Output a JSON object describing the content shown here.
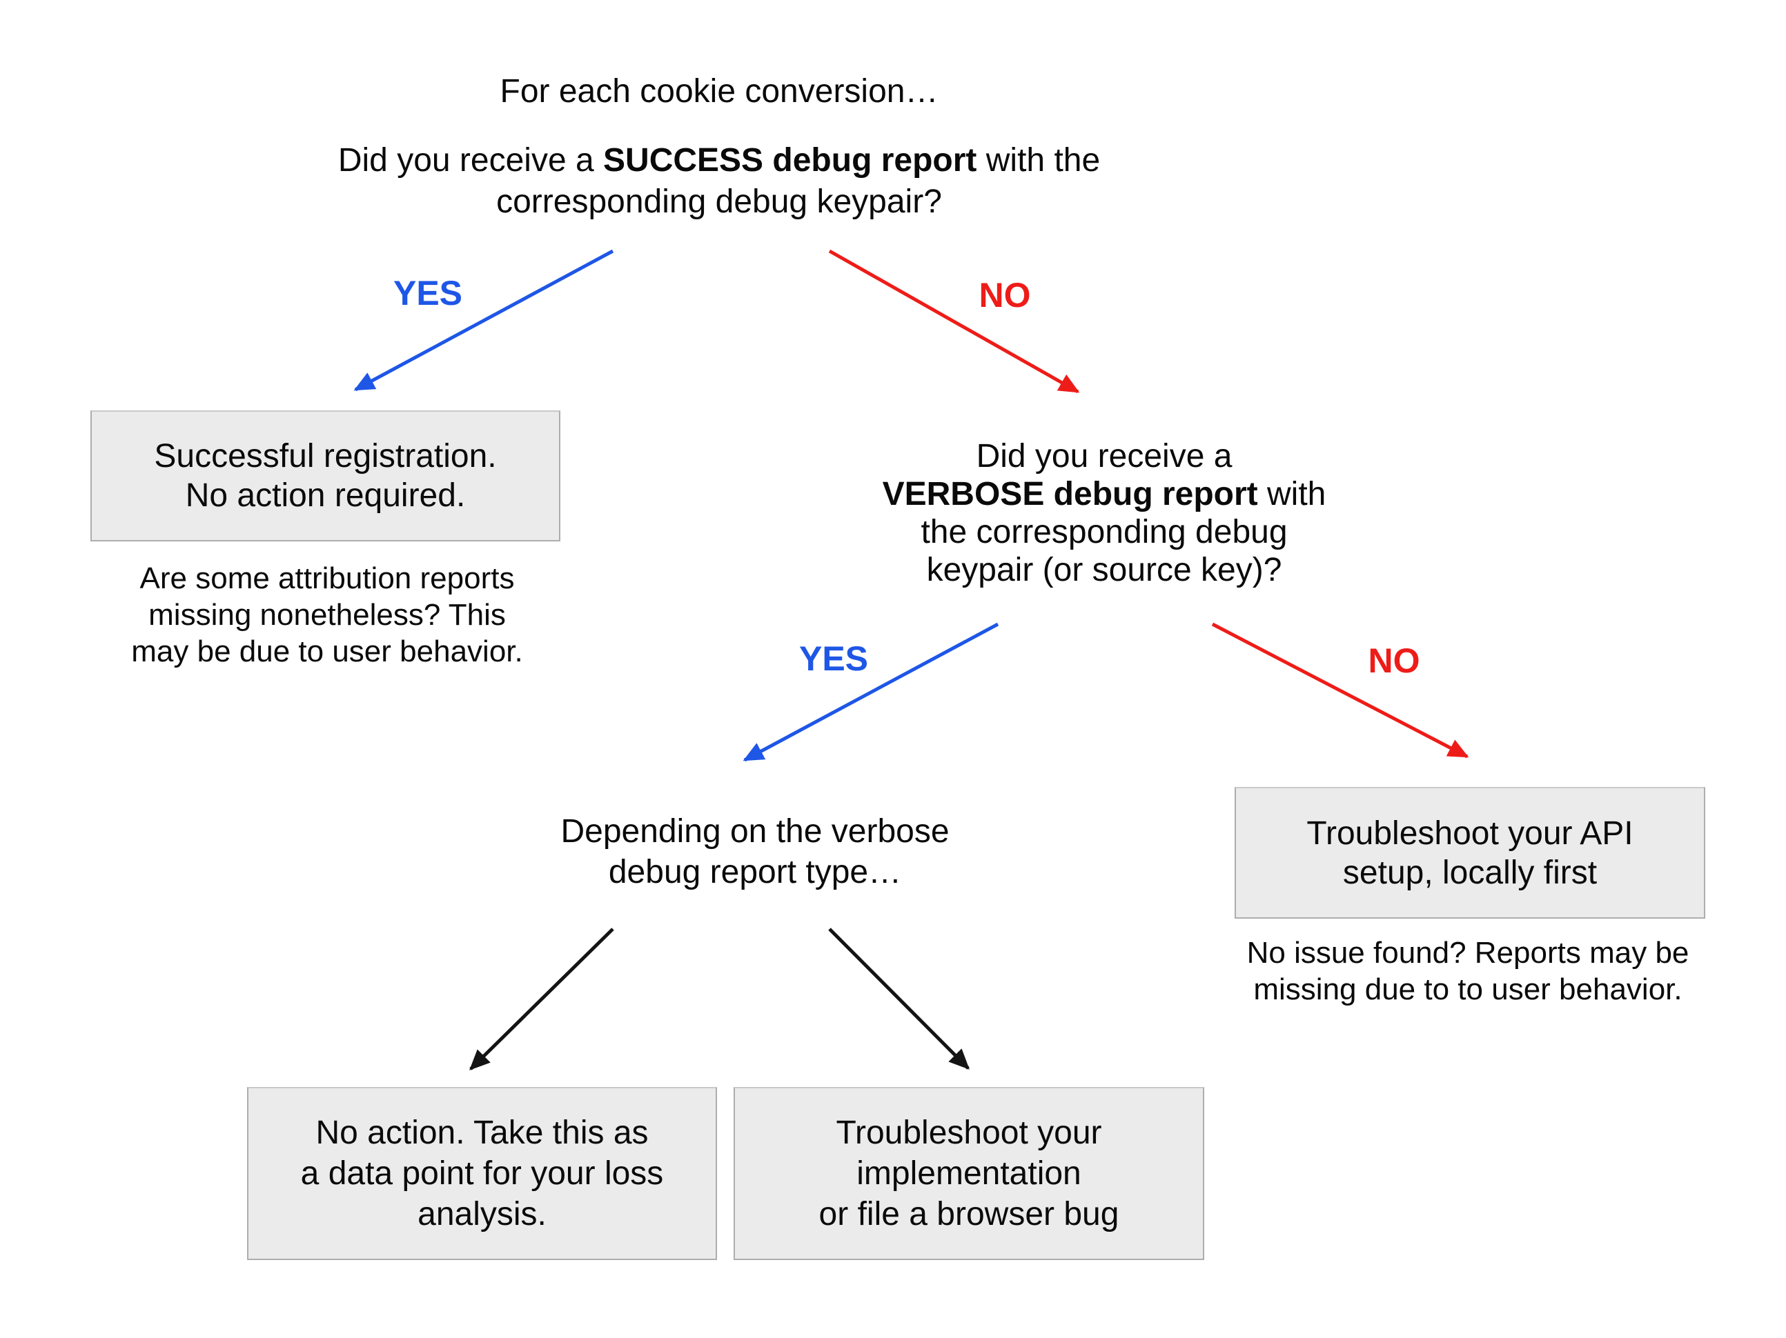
{
  "colors": {
    "yes_blue": "#1e56e6",
    "no_red": "#ee1c18",
    "arrow_black": "#141414",
    "box_fill": "#ebebeb",
    "box_border": "#adadad",
    "box_border_top": "#c9c9c9",
    "text": "#0a0a0a"
  },
  "root": {
    "intro": "For each cookie conversion…",
    "question_prefix": "Did you receive a ",
    "question_bold": "SUCCESS debug report",
    "question_suffix": " with the",
    "question_line2": "corresponding debug keypair?"
  },
  "labels": {
    "yes1": "YES",
    "no1": "NO",
    "yes2": "YES",
    "no2": "NO"
  },
  "success_branch": {
    "box_line1": "Successful registration.",
    "box_line2": "No action required.",
    "note_line1": "Are some attribution reports",
    "note_line2": "missing nonetheless? This",
    "note_line3": "may be due to user behavior."
  },
  "verbose_question": {
    "line1": "Did you receive a",
    "line2_bold": "VERBOSE debug report",
    "line2_suffix": " with",
    "line3": "the corresponding debug",
    "line4": "keypair (or source key)?"
  },
  "verbose_yes": {
    "line1": "Depending on the verbose",
    "line2": "debug report type…"
  },
  "api_branch": {
    "box_line1": "Troubleshoot your API",
    "box_line2": "setup, locally first",
    "note_line1": "No issue found? Reports may be",
    "note_line2": "missing due to to user behavior."
  },
  "loss_outcome": {
    "line1": "No action. Take this as",
    "line2": "a data point for your loss",
    "line3": "analysis."
  },
  "impl_outcome": {
    "line1": "Troubleshoot your",
    "line2": "implementation",
    "line3": "or file a browser bug"
  }
}
